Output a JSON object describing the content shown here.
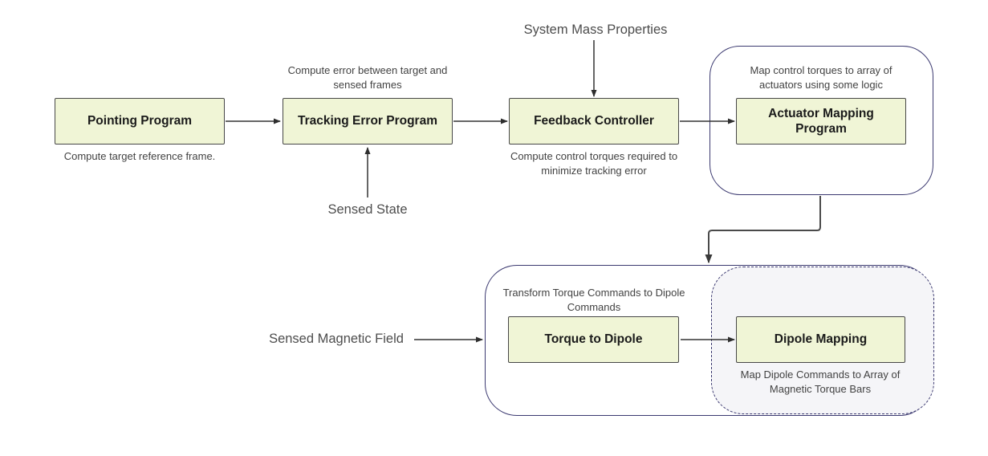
{
  "diagram": {
    "type": "flowchart",
    "colors": {
      "background": "#ffffff",
      "node_fill": "#f0f5d6",
      "node_border": "#474747",
      "container_border": "#3b3970",
      "subgraph_fill": "#f5f5f8",
      "arrow": "#333333",
      "title_text": "#1a1a1a",
      "caption_text": "#424242",
      "label_text": "#4d4d4d"
    },
    "nodes": {
      "pointing": {
        "title": "Pointing Program",
        "caption": "Compute target reference frame."
      },
      "tracking": {
        "title": "Tracking Error Program",
        "caption": "Compute error between target and sensed frames"
      },
      "feedback": {
        "title": "Feedback Controller",
        "caption": "Compute control torques required to minimize tracking error"
      },
      "actuator": {
        "title": "Actuator Mapping Program",
        "caption": "Map control torques to array of actuators using some logic"
      },
      "torque_to_dipole": {
        "title": "Torque to Dipole",
        "caption": "Transform Torque Commands to Dipole Commands"
      },
      "dipole_mapping": {
        "title": "Dipole Mapping",
        "caption": "Map Dipole Commands to Array of Magnetic Torque Bars"
      }
    },
    "labels": {
      "system_mass": "System Mass Properties",
      "sensed_state": "Sensed State",
      "sensed_magnetic": "Sensed Magnetic Field"
    },
    "edges": [
      {
        "from": "pointing",
        "to": "tracking"
      },
      {
        "from": "tracking",
        "to": "feedback"
      },
      {
        "from": "feedback",
        "to": "actuator"
      },
      {
        "from": "system_mass_label",
        "to": "feedback"
      },
      {
        "from": "sensed_state_label",
        "to": "tracking"
      },
      {
        "from": "actuator_container",
        "to": "magnetic_container"
      },
      {
        "from": "sensed_magnetic_label",
        "to": "magnetic_container"
      },
      {
        "from": "torque_to_dipole",
        "to": "dipole_mapping"
      }
    ]
  }
}
